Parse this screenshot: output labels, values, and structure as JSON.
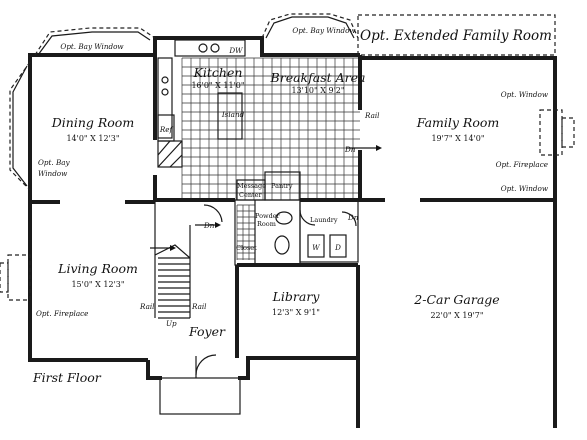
{
  "floor_label": "First Floor",
  "rooms": {
    "dining": {
      "name": "Dining Room",
      "dim": "14'0\" X 12'3\""
    },
    "kitchen": {
      "name": "Kitchen",
      "dim": "16'0\" X 11'0\""
    },
    "breakfast": {
      "name": "Breakfast Area",
      "dim": "13'10\" X 9'2\""
    },
    "family": {
      "name": "Family Room",
      "dim": "19'7\" X 14'0\""
    },
    "living": {
      "name": "Living Room",
      "dim": "15'0\" X 12'3\""
    },
    "library": {
      "name": "Library",
      "dim": "12'3\" X 9'1\""
    },
    "garage": {
      "name": "2-Car Garage",
      "dim": "22'0\" X 19'7\""
    },
    "foyer": {
      "name": "Foyer"
    }
  },
  "labels": {
    "opt_extended_family": "Opt. Extended Family Room",
    "opt_bay_window_top": "Opt. Bay Window",
    "opt_bay_window_dining_top": "Opt. Bay Window",
    "opt_bay_window_left_1": "Opt. Bay",
    "opt_bay_window_left_2": "Window",
    "opt_window_1": "Opt. Window",
    "opt_window_2": "Opt. Window",
    "opt_fireplace_family": "Opt. Fireplace",
    "opt_fireplace_living": "Opt. Fireplace",
    "island": "Island",
    "ref": "Ref",
    "dw": "DW",
    "rail_1": "Rail",
    "rail_2": "Rail",
    "rail_3": "Rail",
    "dn_1": "Dn",
    "dn_2": "Dn",
    "dn_3": "Dn",
    "up": "Up",
    "message_center_1": "Message",
    "message_center_2": "Center",
    "pantry": "Pantry",
    "powder_room_1": "Powder",
    "powder_room_2": "Room",
    "closet": "Closet",
    "laundry": "Laundry",
    "washer": "W",
    "dryer": "D"
  }
}
